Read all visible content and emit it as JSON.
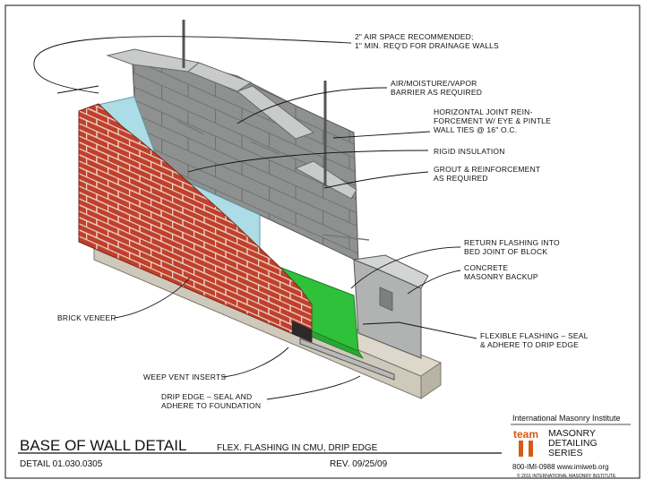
{
  "callouts": {
    "air_space": [
      "2\" AIR SPACE RECOMMENDED;",
      "1\" MIN. REQ'D FOR DRAINAGE WALLS"
    ],
    "barrier": [
      "AIR/MOISTURE/VAPOR",
      "BARRIER AS REQUIRED"
    ],
    "joint_reinforcement": [
      "HORIZONTAL JOINT REIN-",
      "FORCEMENT W/ EYE & PINTLE",
      "WALL TIES @ 16\" O.C."
    ],
    "rigid_insulation": [
      "RIGID INSULATION"
    ],
    "grout": [
      "GROUT & REINFORCEMENT",
      "AS REQUIRED"
    ],
    "return_flashing": [
      "RETURN FLASHING INTO",
      "BED JOINT OF BLOCK"
    ],
    "concrete_backup": [
      "CONCRETE",
      "MASONRY BACKUP"
    ],
    "brick_veneer": [
      "BRICK VENEER"
    ],
    "flexible_flashing": [
      "FLEXIBLE FLASHING – SEAL",
      "& ADHERE TO DRIP EDGE"
    ],
    "weep_vent": [
      "WEEP VENT INSERTS"
    ],
    "drip_edge": [
      "DRIP EDGE – SEAL AND",
      "ADHERE TO FOUNDATION"
    ]
  },
  "title_block": {
    "title": "BASE OF WALL DETAIL",
    "subtitle": "FLEX. FLASHING IN CMU, DRIP EDGE",
    "detail_number": "DETAIL 01.030.0305",
    "revision": "REV. 09/25/09",
    "institute": "International Masonry Institute",
    "logo_text": "team",
    "series_lines": [
      "MASONRY",
      "DETAILING",
      "SERIES"
    ],
    "contact": "800-IMI-0988  www.imiweb.org",
    "copyright": "© 2011 INTERNATIONAL MASONRY INSTITUTE"
  },
  "colors": {
    "brick": "#c0402c",
    "mortar": "#e8d8cc",
    "cmu": "#8f9191",
    "cmu_light": "#c9cbcb",
    "insulation": "#a8dbe4",
    "flashing": "#2fc13a",
    "foundation": "#cfc9bb",
    "logo_orange": "#d85a1a"
  }
}
